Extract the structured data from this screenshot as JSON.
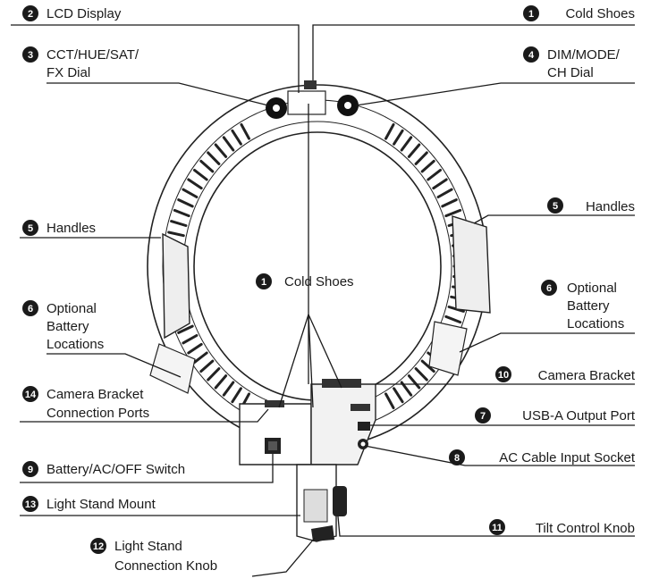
{
  "callouts": [
    {
      "id": "lcd",
      "num": "2",
      "lines": [
        "LCD Display"
      ]
    },
    {
      "id": "cold-shoes-top",
      "num": "1",
      "lines": [
        "Cold Shoes"
      ]
    },
    {
      "id": "cct-dial",
      "num": "3",
      "lines": [
        "CCT/HUE/SAT/",
        "FX Dial"
      ]
    },
    {
      "id": "dim-dial",
      "num": "4",
      "lines": [
        "DIM/MODE/",
        "CH Dial"
      ]
    },
    {
      "id": "handles-right",
      "num": "5",
      "lines": [
        "Handles"
      ]
    },
    {
      "id": "handles-left",
      "num": "5",
      "lines": [
        "Handles"
      ]
    },
    {
      "id": "cold-shoes-center",
      "num": "1",
      "lines": [
        "Cold Shoes"
      ]
    },
    {
      "id": "battery-right",
      "num": "6",
      "lines": [
        "Optional",
        "Battery",
        "Locations"
      ]
    },
    {
      "id": "battery-left",
      "num": "6",
      "lines": [
        "Optional",
        "Battery",
        "Locations"
      ]
    },
    {
      "id": "camera-bracket",
      "num": "10",
      "lines": [
        "Camera Bracket"
      ]
    },
    {
      "id": "camera-bracket-ports",
      "num": "14",
      "lines": [
        "Camera Bracket",
        "Connection Ports"
      ]
    },
    {
      "id": "usb-port",
      "num": "7",
      "lines": [
        "USB-A Output Port"
      ]
    },
    {
      "id": "ac-socket",
      "num": "8",
      "lines": [
        "AC Cable Input Socket"
      ]
    },
    {
      "id": "power-switch",
      "num": "9",
      "lines": [
        "Battery/AC/OFF Switch"
      ]
    },
    {
      "id": "stand-mount",
      "num": "13",
      "lines": [
        "Light Stand Mount"
      ]
    },
    {
      "id": "tilt-knob",
      "num": "11",
      "lines": [
        "Tilt Control Knob"
      ]
    },
    {
      "id": "stand-knob",
      "num": "12",
      "lines": [
        "Light Stand",
        "Connection Knob"
      ]
    }
  ]
}
